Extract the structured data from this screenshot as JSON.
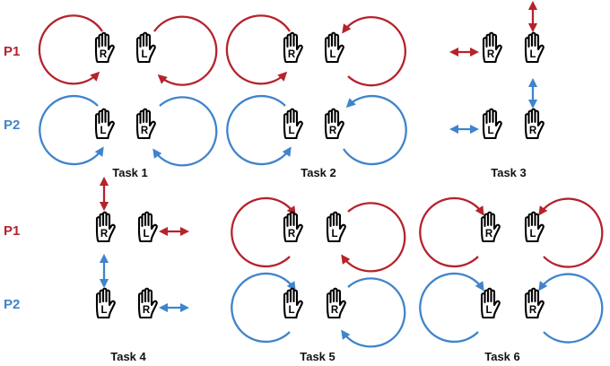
{
  "colors": {
    "p1": "#b5232c",
    "p2": "#3f84cc",
    "ink": "#111111"
  },
  "rows": [
    {
      "label": "P1",
      "color": "#b5232c"
    },
    {
      "label": "P2",
      "color": "#3f84cc"
    }
  ],
  "hand_letters": {
    "right": "R",
    "left": "L"
  },
  "tasks": [
    {
      "label": "Task 1",
      "motion": "circle-pair",
      "p1_hands": [
        "R",
        "L"
      ],
      "p2_hands": [
        "L",
        "R"
      ]
    },
    {
      "label": "Task 2",
      "motion": "circle-pair",
      "p1_hands": [
        "R",
        "L"
      ],
      "p2_hands": [
        "L",
        "R"
      ]
    },
    {
      "label": "Task 3",
      "motion": "line-arrows",
      "p1_hands": [
        "R",
        "L"
      ],
      "p2_hands": [
        "L",
        "R"
      ]
    },
    {
      "label": "Task 4",
      "motion": "line-arrows",
      "p1_hands": [
        "R",
        "L"
      ],
      "p2_hands": [
        "L",
        "R"
      ]
    },
    {
      "label": "Task 5",
      "motion": "circle-pair",
      "p1_hands": [
        "R",
        "L"
      ],
      "p2_hands": [
        "L",
        "R"
      ]
    },
    {
      "label": "Task 6",
      "motion": "circle-pair",
      "p1_hands": [
        "R",
        "L"
      ],
      "p2_hands": [
        "L",
        "R"
      ]
    }
  ]
}
